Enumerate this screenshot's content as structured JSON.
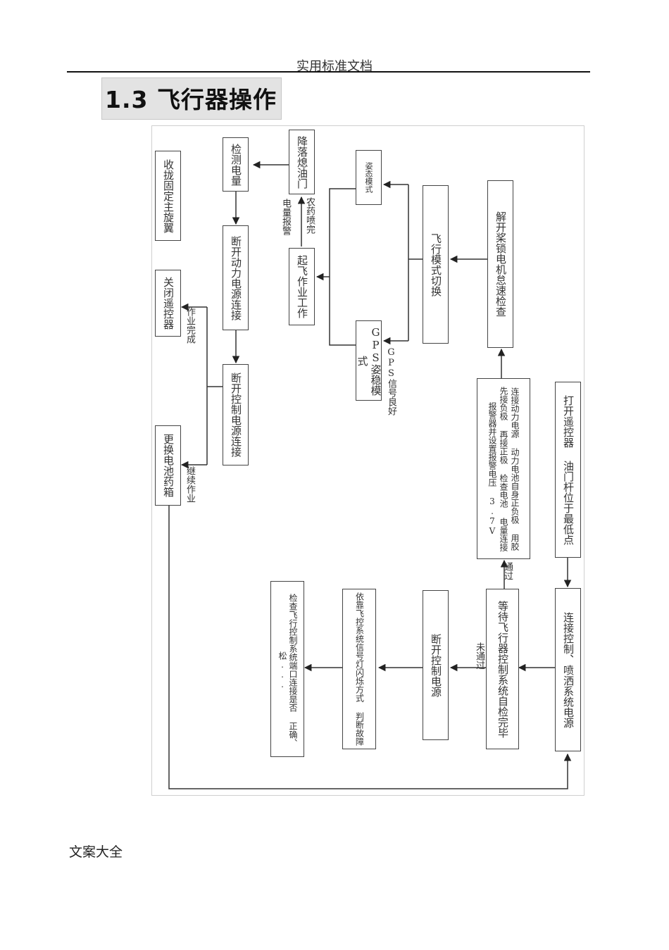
{
  "header": {
    "title": "实用标准文档"
  },
  "section": {
    "title": "1.3 飞行器操作"
  },
  "footer": {
    "text": "文案大全"
  },
  "flowchart": {
    "nodes": {
      "open_remote": "打开遥控器 油门杆位于最低点",
      "connect_power": "连接控制、喷洒系统电源",
      "connect_battery": "连接动力电源 动力电池自身正负极 用胶 先接负极 再接正极 检查电池 电量连接报警器并设置报警电压 3.7V",
      "wait_selfcheck": "等待飞行器控制系统自检完毕",
      "cut_control": "断开控制电源",
      "judge_fault": "依靠飞控系统信号灯闪烁方式 判断故障",
      "check_port": "检查飞行控制系统端口连接是否 正确、松...",
      "unlock_motor": "解开桨锁电机怠速检查",
      "flight_mode": "飞行模式切换",
      "gps_mode": "GPS姿稳模式",
      "attitude_mode": "姿态模式",
      "takeoff": "起飞作业工作",
      "lower_throttle": "降落熄油门",
      "check_battery": "检测电量",
      "cut_power": "断开动力电源连接",
      "cut_control_power": "断开控制电源连接",
      "replace_battery": "更换电池药箱",
      "close_remote": "关闭遥控器",
      "fold_rotor": "收拢固定主旋翼"
    },
    "labels": {
      "passed": "通过",
      "not_passed": "未通过",
      "gps_good": "GPS信号良好",
      "pesticide_done": "农药喷完",
      "battery_alarm": "电量报警",
      "work_done": "作业完成",
      "continue_work": "继续作业"
    }
  }
}
